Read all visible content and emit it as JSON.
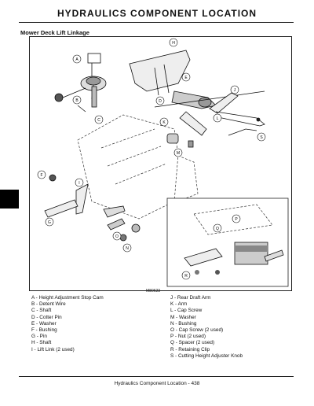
{
  "header": {
    "title": "HYDRAULICS   COMPONENT LOCATION"
  },
  "section": {
    "title": "Mower Deck Lift Linkage"
  },
  "figure": {
    "number": "M80623",
    "callouts": [
      {
        "letter": "A"
      },
      {
        "letter": "B"
      },
      {
        "letter": "C"
      },
      {
        "letter": "D"
      },
      {
        "letter": "E"
      },
      {
        "letter": "F"
      },
      {
        "letter": "G"
      },
      {
        "letter": "H"
      },
      {
        "letter": "I"
      },
      {
        "letter": "J"
      },
      {
        "letter": "K"
      },
      {
        "letter": "L"
      },
      {
        "letter": "M"
      },
      {
        "letter": "N"
      },
      {
        "letter": "O"
      },
      {
        "letter": "P"
      },
      {
        "letter": "Q"
      },
      {
        "letter": "R"
      },
      {
        "letter": "S"
      }
    ]
  },
  "legend": {
    "left": [
      "A - Height Adjustment Stop Cam",
      "B - Detent Wire",
      "C - Shaft",
      "D - Cotter Pin",
      "E - Washer",
      "F - Bushing",
      "G - Pin",
      "H - Shaft",
      "I - Lift Link (2 used)"
    ],
    "right": [
      "J - Rear Draft Arm",
      "K - Arm",
      "L - Cap Screw",
      "M - Washer",
      "N - Bushing",
      "O - Cap Screw (2 used)",
      "P - Nut (2 used)",
      "Q - Spacer (2 used)",
      "R - Retaining Clip",
      "S - Cutting Height Adjuster Knob"
    ]
  },
  "footer": {
    "text": "Hydraulics   Component Location - 438"
  }
}
